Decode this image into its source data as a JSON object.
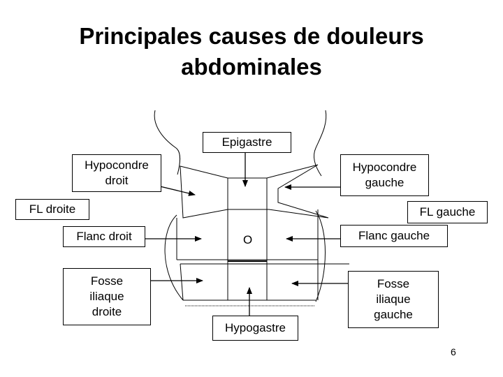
{
  "title": {
    "line1": "Principales causes de douleurs",
    "line2": "abdominales"
  },
  "regions": {
    "epigastre": "Epigastre",
    "hypocondre_droit": "Hypocondre\ndroit",
    "hypocondre_gauche": "Hypocondre\ngauche",
    "fl_droite": "FL droite",
    "fl_gauche": "FL gauche",
    "flanc_droit": "Flanc droit",
    "flanc_gauche": "Flanc gauche",
    "fosse_iliaque_droite": "Fosse\niliaque\ndroite",
    "fosse_iliaque_gauche": "Fosse\niliaque\ngauche",
    "hypogastre": "Hypogastre"
  },
  "navel_symbol": "O",
  "page_number": "6"
}
